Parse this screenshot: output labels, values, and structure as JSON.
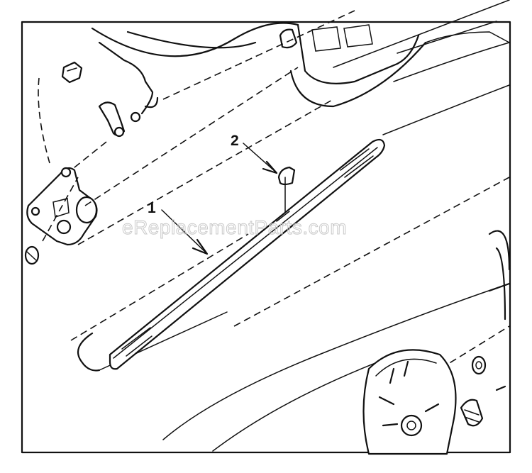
{
  "callouts": [
    {
      "number": "1"
    },
    {
      "number": "2"
    }
  ],
  "watermark": "eReplacementParts.com",
  "colors": {
    "ink": "#111111",
    "paper": "#ffffff",
    "watermark": "#c9c9c9"
  }
}
